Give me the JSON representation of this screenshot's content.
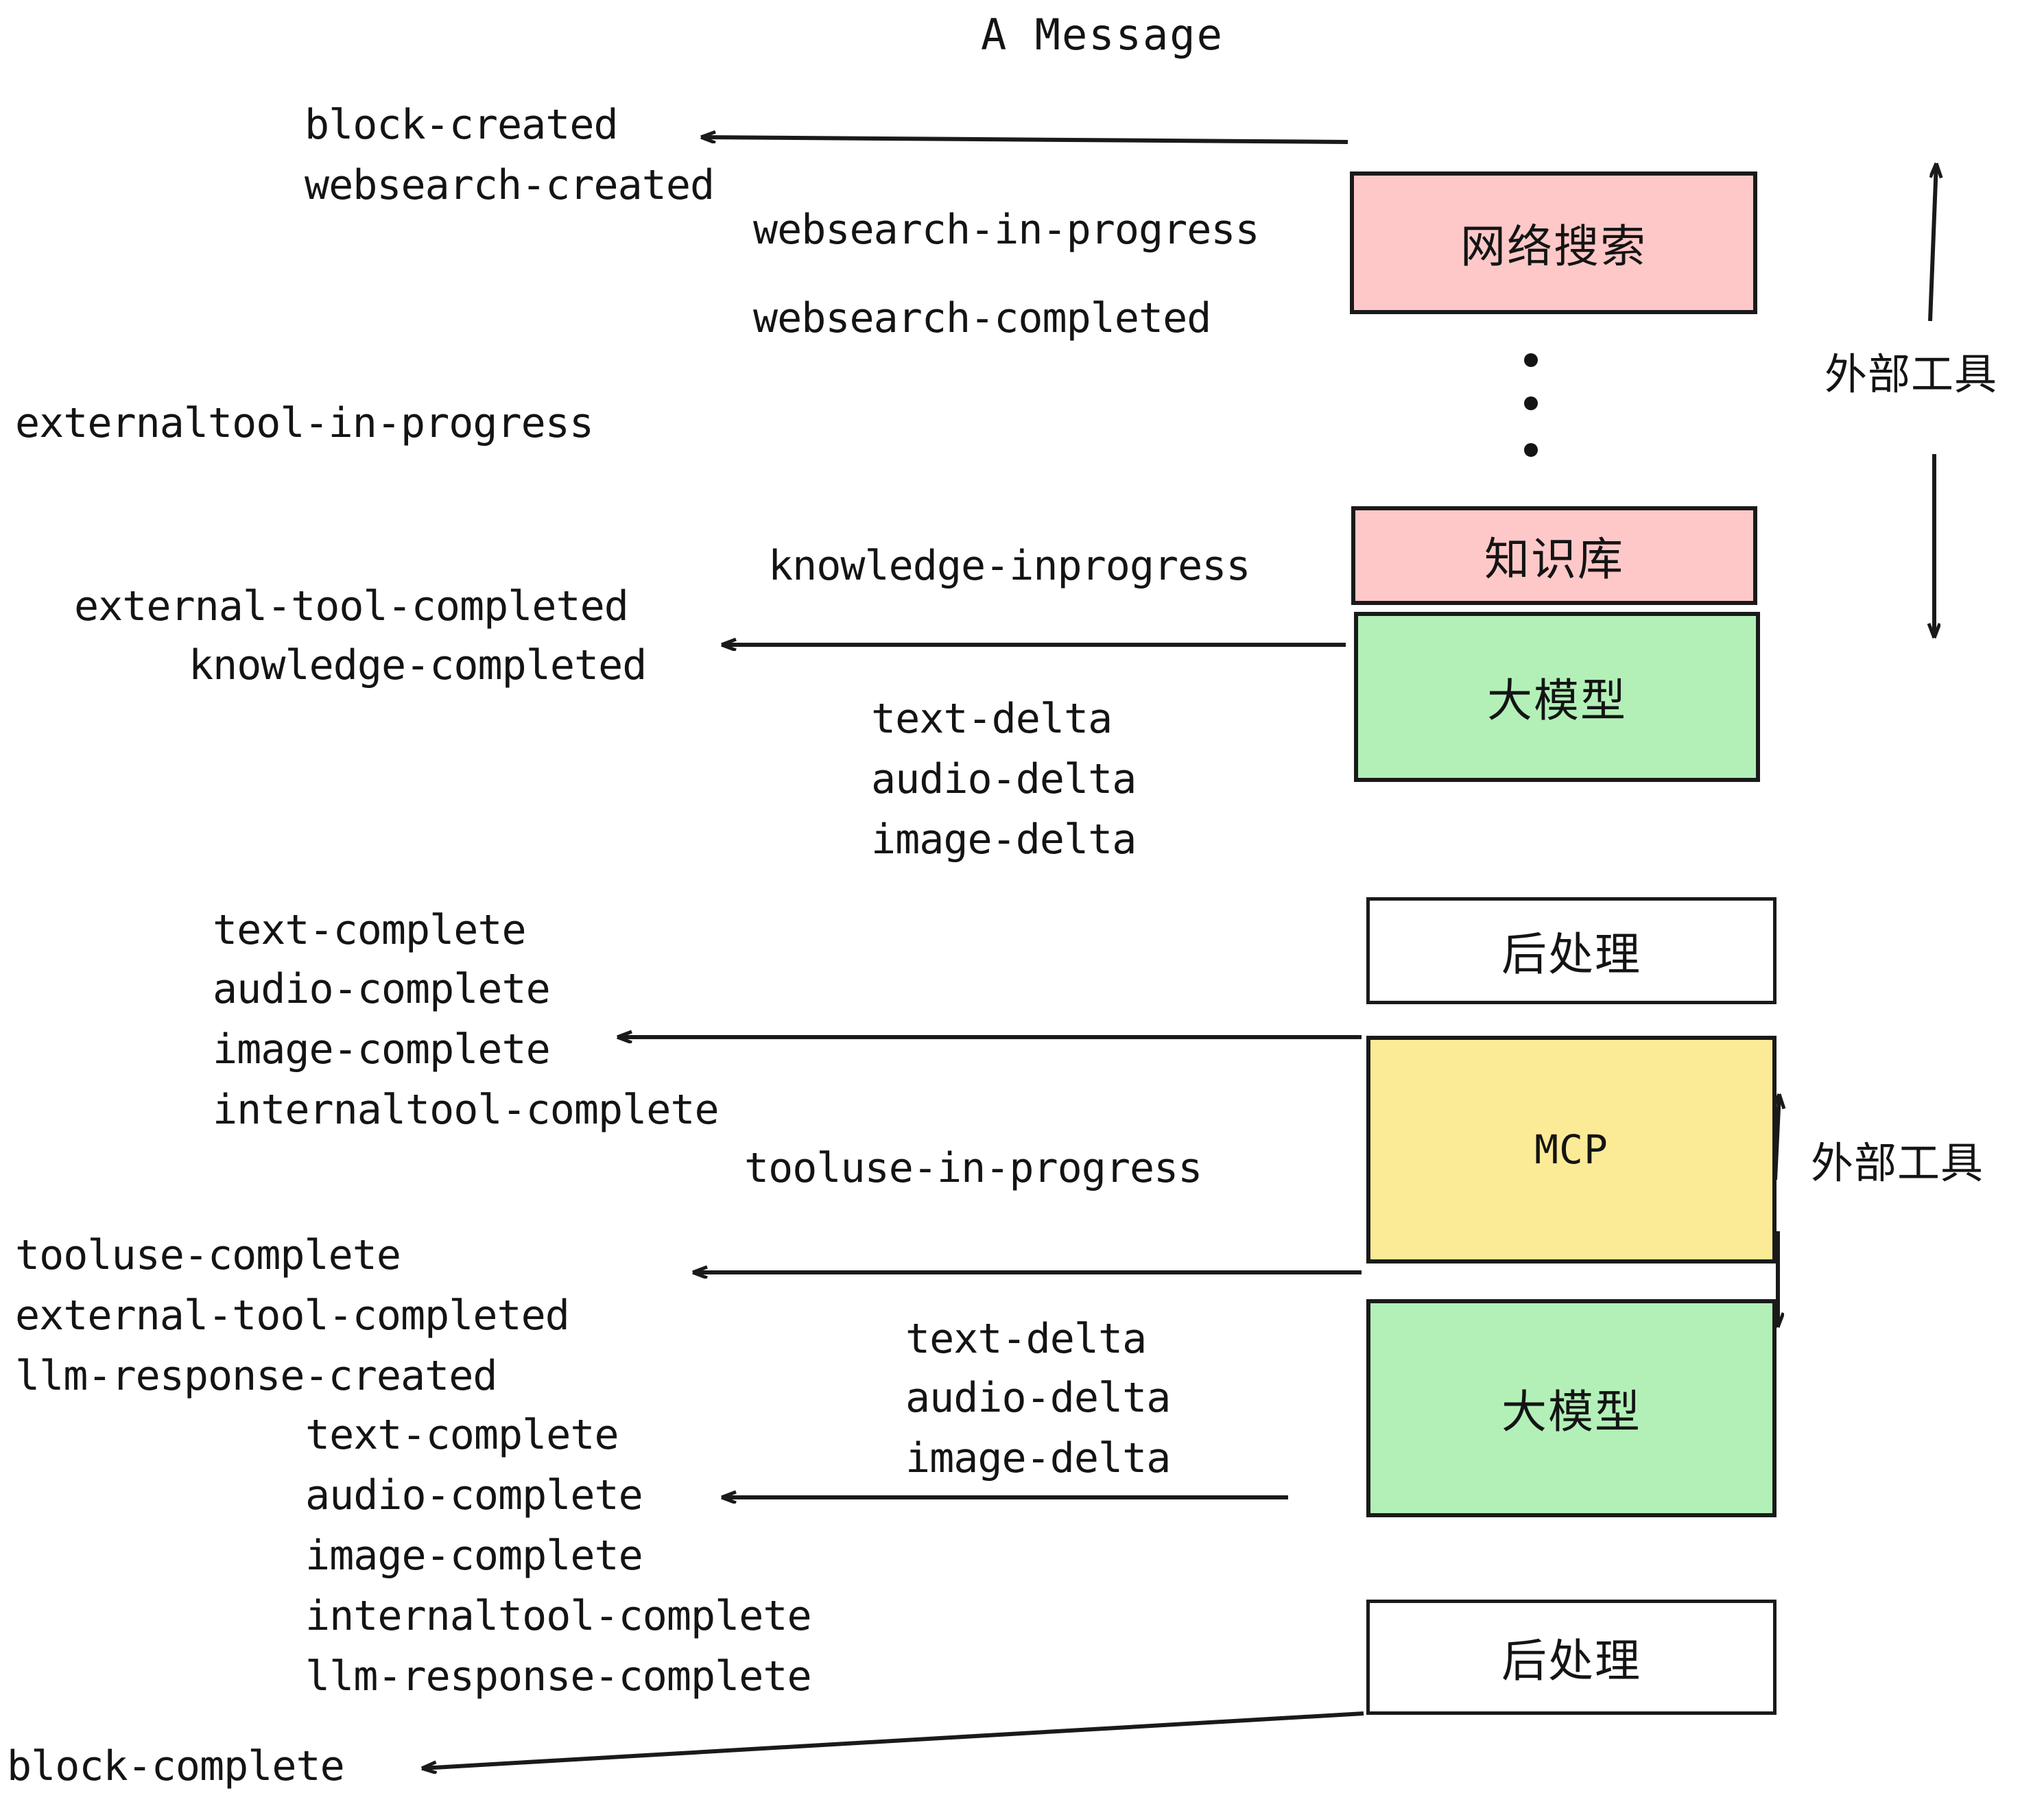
{
  "diagram": {
    "title": "A Message",
    "boxes": [
      {
        "id": "websearch",
        "label": "网络搜索",
        "fill": "#ffc8c8"
      },
      {
        "id": "knowledge",
        "label": "知识库",
        "fill": "#ffc8c8"
      },
      {
        "id": "llm1",
        "label": "大模型",
        "fill": "#b2f0b8"
      },
      {
        "id": "post1",
        "label": "后处理",
        "fill": "#ffffff"
      },
      {
        "id": "mcp",
        "label": "MCP",
        "fill": "#fceb96"
      },
      {
        "id": "llm2",
        "label": "大模型",
        "fill": "#b2f0b8"
      },
      {
        "id": "post2",
        "label": "后处理",
        "fill": "#ffffff"
      }
    ],
    "group_labels": [
      {
        "id": "external-tools-top",
        "label": "外部工具"
      },
      {
        "id": "external-tools-bottom",
        "label": "外部工具"
      }
    ],
    "events": [
      {
        "id": "e01",
        "text": "block-created"
      },
      {
        "id": "e02",
        "text": "websearch-created"
      },
      {
        "id": "e03",
        "text": "websearch-in-progress"
      },
      {
        "id": "e04",
        "text": "websearch-completed"
      },
      {
        "id": "e05",
        "text": "externaltool-in-progress"
      },
      {
        "id": "e06",
        "text": "knowledge-inprogress"
      },
      {
        "id": "e07",
        "text": "external-tool-completed"
      },
      {
        "id": "e08",
        "text": "knowledge-completed"
      },
      {
        "id": "e09",
        "text": "text-delta"
      },
      {
        "id": "e10",
        "text": "audio-delta"
      },
      {
        "id": "e11",
        "text": "image-delta"
      },
      {
        "id": "e12",
        "text": "text-complete"
      },
      {
        "id": "e13",
        "text": "audio-complete"
      },
      {
        "id": "e14",
        "text": "image-complete"
      },
      {
        "id": "e15",
        "text": "internaltool-complete"
      },
      {
        "id": "e16",
        "text": "tooluse-in-progress"
      },
      {
        "id": "e17",
        "text": "tooluse-complete"
      },
      {
        "id": "e18",
        "text": "external-tool-completed"
      },
      {
        "id": "e19",
        "text": "llm-response-created"
      },
      {
        "id": "e20",
        "text": "text-complete"
      },
      {
        "id": "e21",
        "text": "audio-complete"
      },
      {
        "id": "e22",
        "text": "image-complete"
      },
      {
        "id": "e23",
        "text": "internaltool-complete"
      },
      {
        "id": "e24",
        "text": "llm-response-complete"
      },
      {
        "id": "e25",
        "text": "text-delta"
      },
      {
        "id": "e26",
        "text": "audio-delta"
      },
      {
        "id": "e27",
        "text": "image-delta"
      },
      {
        "id": "e28",
        "text": "block-complete"
      }
    ],
    "colors": {
      "stroke": "#1a1a1a",
      "text": "#141414",
      "pink": "#ffc8c8",
      "green": "#b2f0b8",
      "yellow": "#fceb96",
      "white": "#ffffff"
    }
  }
}
